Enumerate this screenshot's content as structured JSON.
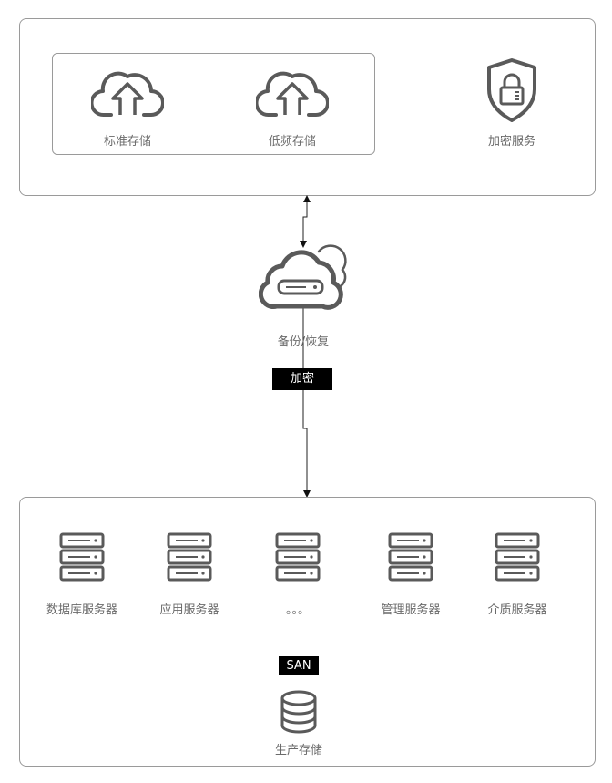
{
  "cloud_panel": {
    "standard_storage": "标准存储",
    "low_freq_storage": "低频存储",
    "encryption_service": "加密服务"
  },
  "backup": {
    "label": "备份/恢复",
    "encrypt_tag": "加密"
  },
  "datacenter": {
    "servers": [
      {
        "label": "数据库服务器"
      },
      {
        "label": "应用服务器"
      },
      {
        "label": "。。。"
      },
      {
        "label": "管理服务器"
      },
      {
        "label": "介质服务器"
      }
    ],
    "san_tag": "SAN",
    "production_storage": "生产存储"
  },
  "colors": {
    "stroke": "#5a5a5a",
    "border": "#9a9a9a",
    "tag_bg": "#000000"
  }
}
